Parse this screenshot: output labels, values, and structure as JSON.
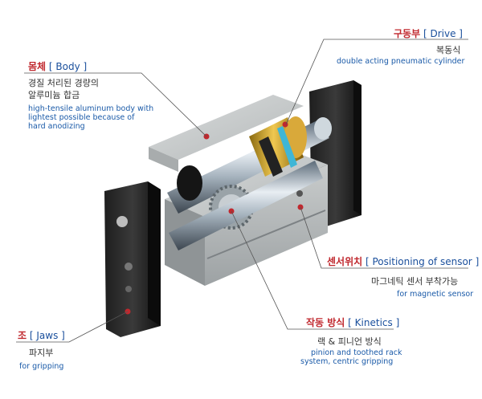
{
  "drive": {
    "title_ko": "구동부",
    "title_en": "Drive",
    "desc_ko": "복동식",
    "desc_en": "double acting pneumatic cylinder"
  },
  "body": {
    "title_ko": "몸체",
    "title_en": "Body",
    "desc_ko_1": "경질 처리된 경량의",
    "desc_ko_2": "알루미늄 합금",
    "desc_en_1": "high-tensile aluminum body with",
    "desc_en_2": "lightest possible because of",
    "desc_en_3": "hard anodizing"
  },
  "sensor": {
    "title_ko": "센서위치",
    "title_en": "Positioning of sensor",
    "desc_ko": "마그네틱 센서 부착가능",
    "desc_en": "for magnetic sensor"
  },
  "kinetics": {
    "title_ko": "작동 방식",
    "title_en": "Kinetics",
    "desc_ko": "랙 & 피니언 방식",
    "desc_en_1": "pinion and toothed rack",
    "desc_en_2": "system, centric gripping"
  },
  "jaws": {
    "title_ko": "조",
    "title_en": "Jaws",
    "desc_ko": "파지부",
    "desc_en": "for gripping"
  },
  "colors": {
    "accent_red": "#c0282e",
    "accent_blue": "#1a4f9c",
    "leader": "#555555"
  }
}
